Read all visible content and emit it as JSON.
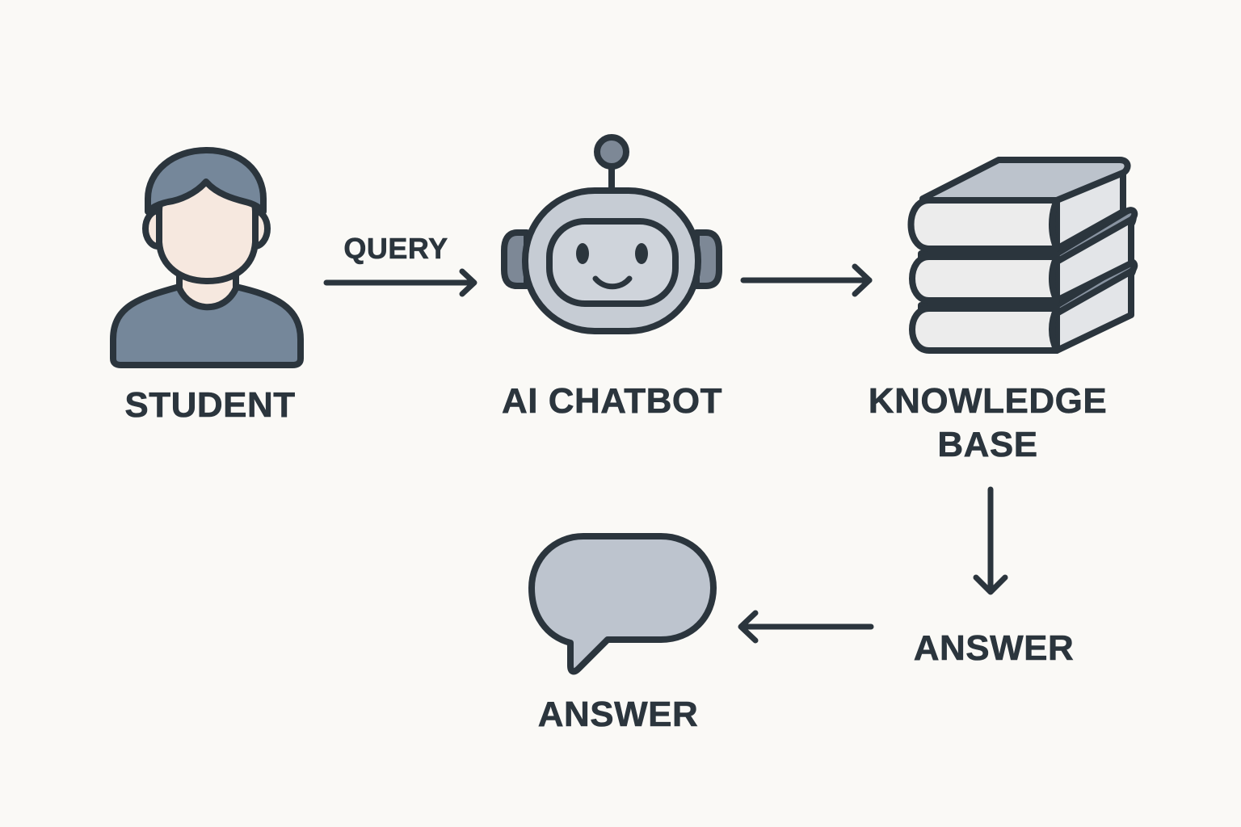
{
  "diagram": {
    "title": "",
    "nodes": {
      "student": {
        "label": "STUDENT",
        "icon": "person-icon"
      },
      "chatbot": {
        "label": "AI CHATBOT",
        "icon": "robot-icon"
      },
      "knowledge_base": {
        "label": "KNOWLEDGE\nBASE",
        "icon": "books-stack-icon"
      },
      "answer_bubble": {
        "label": "ANSWER",
        "icon": "speech-bubble-icon"
      }
    },
    "edges": [
      {
        "from": "student",
        "to": "chatbot",
        "label": "QUERY",
        "direction": "right"
      },
      {
        "from": "chatbot",
        "to": "knowledge_base",
        "label": "",
        "direction": "right"
      },
      {
        "from": "knowledge_base",
        "to": "answer_step",
        "label": "",
        "direction": "down"
      },
      {
        "from": "answer_step",
        "to": "answer_bubble",
        "label": "",
        "direction": "left"
      }
    ],
    "answer_step": {
      "label": "ANSWER"
    }
  },
  "colors": {
    "background": "#faf9f6",
    "outline": "#2b353d",
    "person_slate": "#75879a",
    "skin": "#f6e8df",
    "robot_light": "#c6ccd4",
    "robot_dark": "#7d8896",
    "book_page": "#ececec",
    "book_cover": "#bcc3cc",
    "book_cover_dark": "#8893a1",
    "bubble": "#bdc4ce"
  }
}
